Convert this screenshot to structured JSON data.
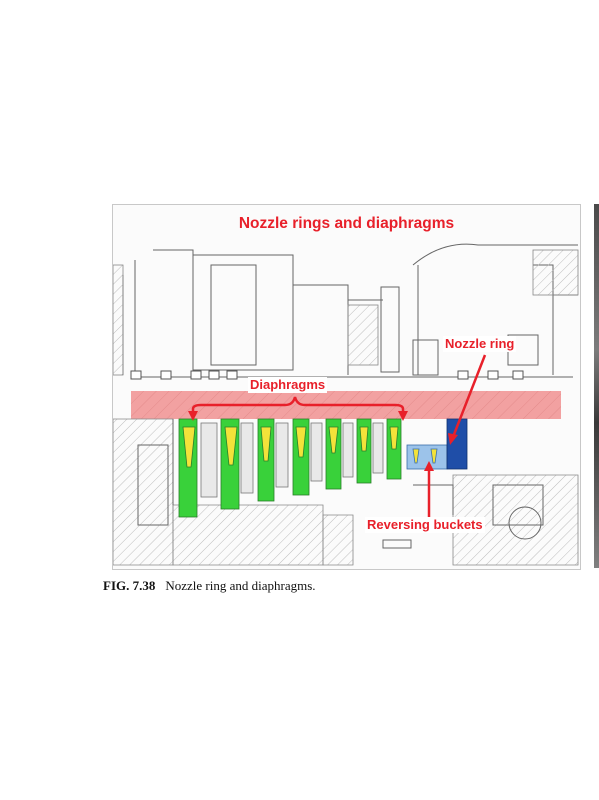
{
  "figure": {
    "title": "Nozzle rings and diaphragms",
    "callouts": {
      "diaphragms": "Diaphragms",
      "nozzle_ring": "Nozzle ring",
      "reversing_buckets": "Reversing buckets"
    },
    "colors": {
      "diaphragm_green": "#39d13a",
      "blade_yellow": "#f3e23a",
      "nozzle_blue": "#1f4ea8",
      "bucket_light_blue": "#9cc3ea",
      "casing_band": "#f2a1a1",
      "callout_red": "#e8202a"
    }
  },
  "caption": {
    "label": "FIG. 7.38",
    "text": "Nozzle ring and diaphragms."
  }
}
